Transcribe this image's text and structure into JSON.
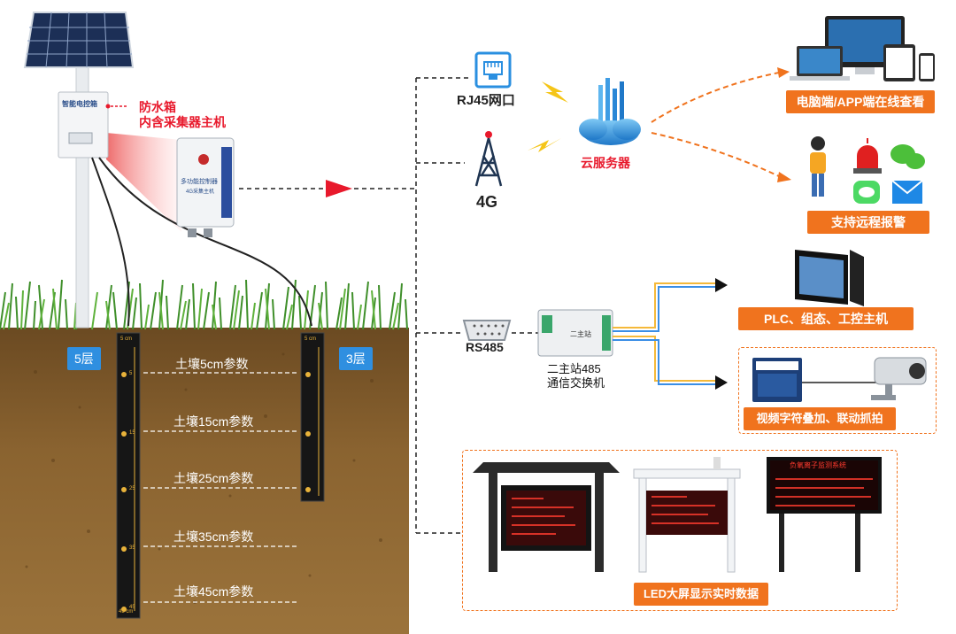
{
  "station": {
    "box_label": "智能电控箱",
    "callout_line1": "防水箱",
    "callout_line2": "内含采集器主机",
    "collector_text1": "多功能控制器",
    "collector_text2": "4G采集主机"
  },
  "probes": {
    "left_badge": "5层",
    "right_badge": "3层",
    "left_top_tick": "5 cm",
    "right_top_tick": "5 cm",
    "left_bottom_tick": "45 cm",
    "ticks": [
      "5",
      "15",
      "25",
      "35",
      "45"
    ]
  },
  "soil_labels": [
    "土壤5cm参数",
    "土壤15cm参数",
    "土壤25cm参数",
    "土壤35cm参数",
    "土壤45cm参数"
  ],
  "network": {
    "rj45_label": "RJ45网口",
    "g4_label": "4G",
    "cloud_label": "云服务器",
    "rs485_label": "RS485",
    "switch_line1": "二主站485",
    "switch_line2": "通信交换机",
    "switch_device_text": "二主站"
  },
  "outputs": {
    "pc_app": "电脑端/APP端在线查看",
    "alarm": "支持远程报警",
    "plc": "PLC、组态、工控主机",
    "video": "视频字符叠加、联动抓拍",
    "led": "LED大屏显示实时数据"
  },
  "led_screen": {
    "title": "负氧离子监测系统"
  },
  "colors": {
    "accent": "#f0731e",
    "badge": "#2f8fe0",
    "arrow_red": "#e8192c",
    "wire_blue": "#3a8ee6",
    "wire_yellow": "#f5b93a"
  }
}
